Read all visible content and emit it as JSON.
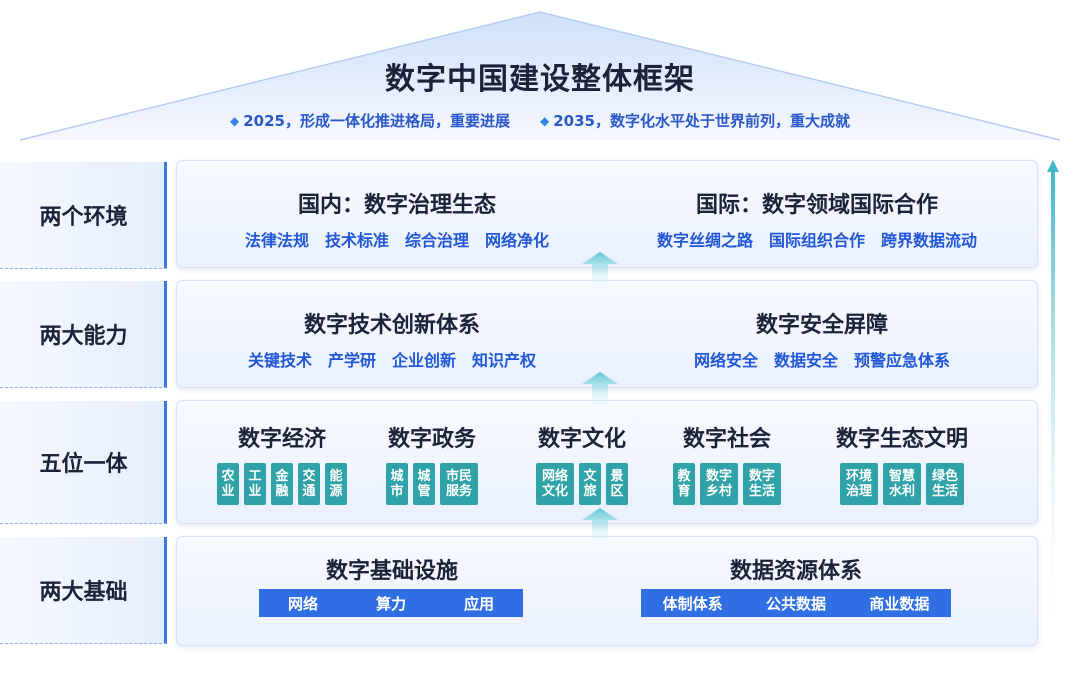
{
  "title": "数字中国建设整体框架",
  "goals": [
    "2025，形成一体化推进格局，重要进展",
    "2035，数字化水平处于世界前列，重大成就"
  ],
  "rows": {
    "env": {
      "label": "两个环境",
      "left": {
        "title": "国内：数字治理生态",
        "items": [
          "法律法规",
          "技术标准",
          "综合治理",
          "网络净化"
        ]
      },
      "right": {
        "title": "国际：数字领域国际合作",
        "items": [
          "数字丝绸之路",
          "国际组织合作",
          "跨界数据流动"
        ]
      }
    },
    "cap": {
      "label": "两大能力",
      "left": {
        "title": "数字技术创新体系",
        "items": [
          "关键技术",
          "产学研",
          "企业创新",
          "知识产权"
        ]
      },
      "right": {
        "title": "数字安全屏障",
        "items": [
          "网络安全",
          "数据安全",
          "预警应急体系"
        ]
      }
    },
    "five": {
      "label": "五位一体",
      "groups": [
        {
          "title": "数字经济",
          "tiles": [
            "农\n业",
            "工\n业",
            "金\n融",
            "交\n通",
            "能\n源"
          ]
        },
        {
          "title": "数字政务",
          "tiles": [
            "城\n市",
            "城\n管",
            "市民\n服务"
          ]
        },
        {
          "title": "数字文化",
          "tiles": [
            "网络\n文化",
            "文\n旅",
            "景\n区"
          ]
        },
        {
          "title": "数字社会",
          "tiles": [
            "教\n育",
            "数字\n乡村",
            "数字\n生活"
          ]
        },
        {
          "title": "数字生态文明",
          "tiles": [
            "环境\n治理",
            "智慧\n水利",
            "绿色\n生活"
          ]
        }
      ]
    },
    "base": {
      "label": "两大基础",
      "left": {
        "title": "数字基础设施",
        "items": [
          "网络",
          "算力",
          "应用"
        ]
      },
      "right": {
        "title": "数据资源体系",
        "items": [
          "体制体系",
          "公共数据",
          "商业数据"
        ]
      }
    }
  },
  "colors": {
    "accent": "#2f6fe3",
    "tile": "#2fa3a7",
    "title": "#1c2238",
    "sub": "#2257d6"
  }
}
